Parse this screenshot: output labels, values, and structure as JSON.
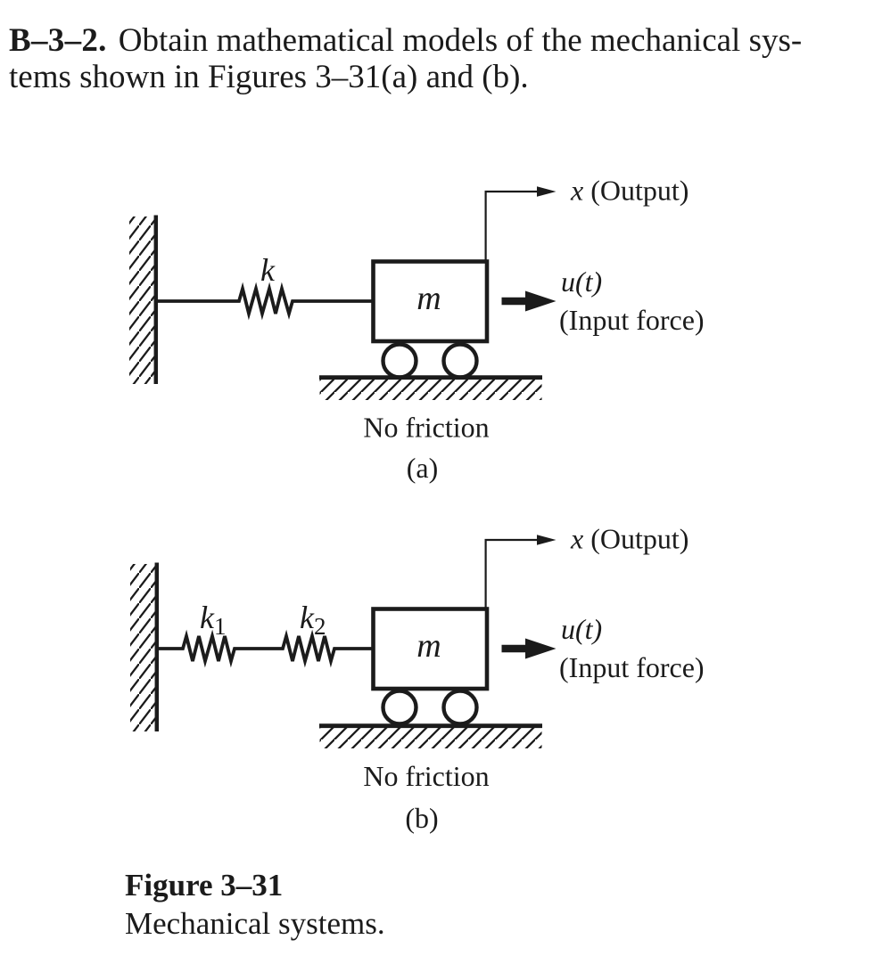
{
  "problem": {
    "number": "B–3–2.",
    "text_line1": "Obtain mathematical models of the mechanical sys-",
    "text_line2": "tems shown in Figures 3–31(a) and (b)."
  },
  "figures": {
    "a": {
      "springs": [
        {
          "label": "k",
          "sub": ""
        }
      ],
      "mass_label": "m",
      "output_var": "x",
      "output_desc": "(Output)",
      "input_var": "u(t)",
      "input_desc": "(Input force)",
      "surface_note": "No friction",
      "tag": "(a)"
    },
    "b": {
      "springs": [
        {
          "label": "k",
          "sub": "1"
        },
        {
          "label": "k",
          "sub": "2"
        }
      ],
      "mass_label": "m",
      "output_var": "x",
      "output_desc": "(Output)",
      "input_var": "u(t)",
      "input_desc": "(Input force)",
      "surface_note": "No friction",
      "tag": "(b)"
    }
  },
  "caption": {
    "title": "Figure 3–31",
    "subtitle": "Mechanical systems."
  },
  "colors": {
    "ink": "#1b1b1b",
    "background": "#ffffff"
  }
}
